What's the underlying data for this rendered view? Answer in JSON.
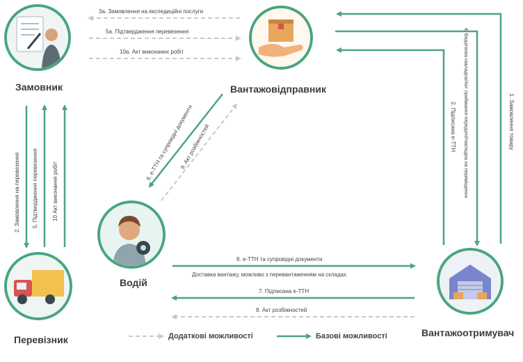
{
  "actors": {
    "customer": "Замовник",
    "shipper": "Вантажовідправник",
    "carrier": "Перевізник",
    "driver": "Водій",
    "consignee": "Вантажоотримувач"
  },
  "arrows": {
    "a3a": "3а. Замовлення на експедиційні послуги",
    "a5a": "5а. Підтвердження перевезення",
    "a10a": "10а. Акт виконаних робіт",
    "a2": "2. Замовлення на перевезення",
    "a5": "5. Підтвердження перевезення",
    "a10": "10 Акт виконання робіт",
    "a6": "6. е-ТТН та супровідні документи",
    "a9": "9. Акт розбіжностей",
    "a1": "1. Замовлення товару",
    "a2b": "2. Підписана е-ТТН",
    "a4": "4. Видаткова накладна/Акт приймання-передачі/Накладна на переміщення",
    "a8a": "8. е-ТТН та супровідні документи",
    "a8b": "Доставка вантажу, можливо з перевантаженням на складах",
    "a7": "7. Підписана е-ТТН",
    "a8c": "8. Акт розбіжностей"
  },
  "legend": {
    "additional": "Додаткові можливості",
    "basic": "Базові можливості"
  },
  "colors": {
    "accent": "#4aa57e",
    "dashed": "#c9c9c9",
    "text": "#3b3b3b"
  }
}
